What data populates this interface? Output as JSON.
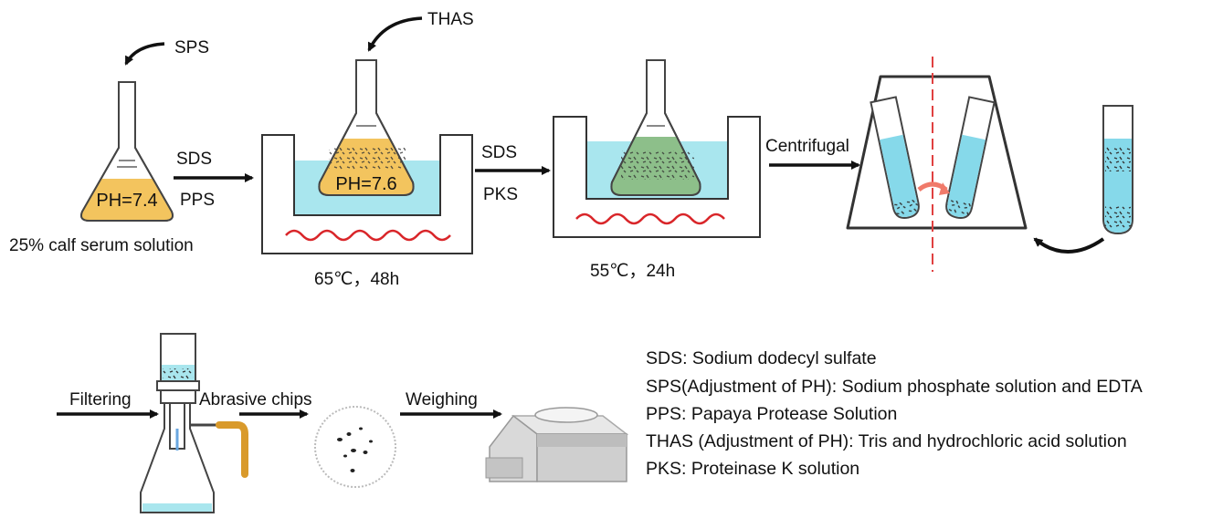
{
  "step1": {
    "reagent_arrow_label": "SPS",
    "flask_ph": "PH=7.4",
    "caption": "25% calf serum solution",
    "arrow_top_label": "SDS",
    "arrow_bottom_label": "PPS"
  },
  "step2": {
    "reagent_arrow_label": "THAS",
    "flask_ph": "PH=7.6",
    "condition": "65℃，48h",
    "arrow_top_label": "SDS",
    "arrow_bottom_label": "PKS"
  },
  "step3": {
    "condition": "55℃，24h",
    "arrow_label": "Centrifugal"
  },
  "row2": {
    "filter_label": "Filtering",
    "chips_label": "Abrasive chips",
    "weigh_label": "Weighing"
  },
  "legend": [
    "SDS: Sodium dodecyl sulfate",
    "SPS(Adjustment of PH): Sodium phosphate solution and EDTA",
    "PPS:  Papaya Protease Solution",
    "THAS (Adjustment of PH): Tris and hydrochloric acid solution",
    "PKS: Proteinase K solution"
  ],
  "colors": {
    "serum": "#f3c45e",
    "bath_water": "#a9e6ee",
    "green_solution": "#8dbf8a",
    "heat_wave": "#d9262a",
    "tube_liquid": "#86d9ea",
    "tubing": "#d99a2b",
    "centrifuge_axis": "#e04040",
    "rotation_arrow": "#f07a6a"
  }
}
